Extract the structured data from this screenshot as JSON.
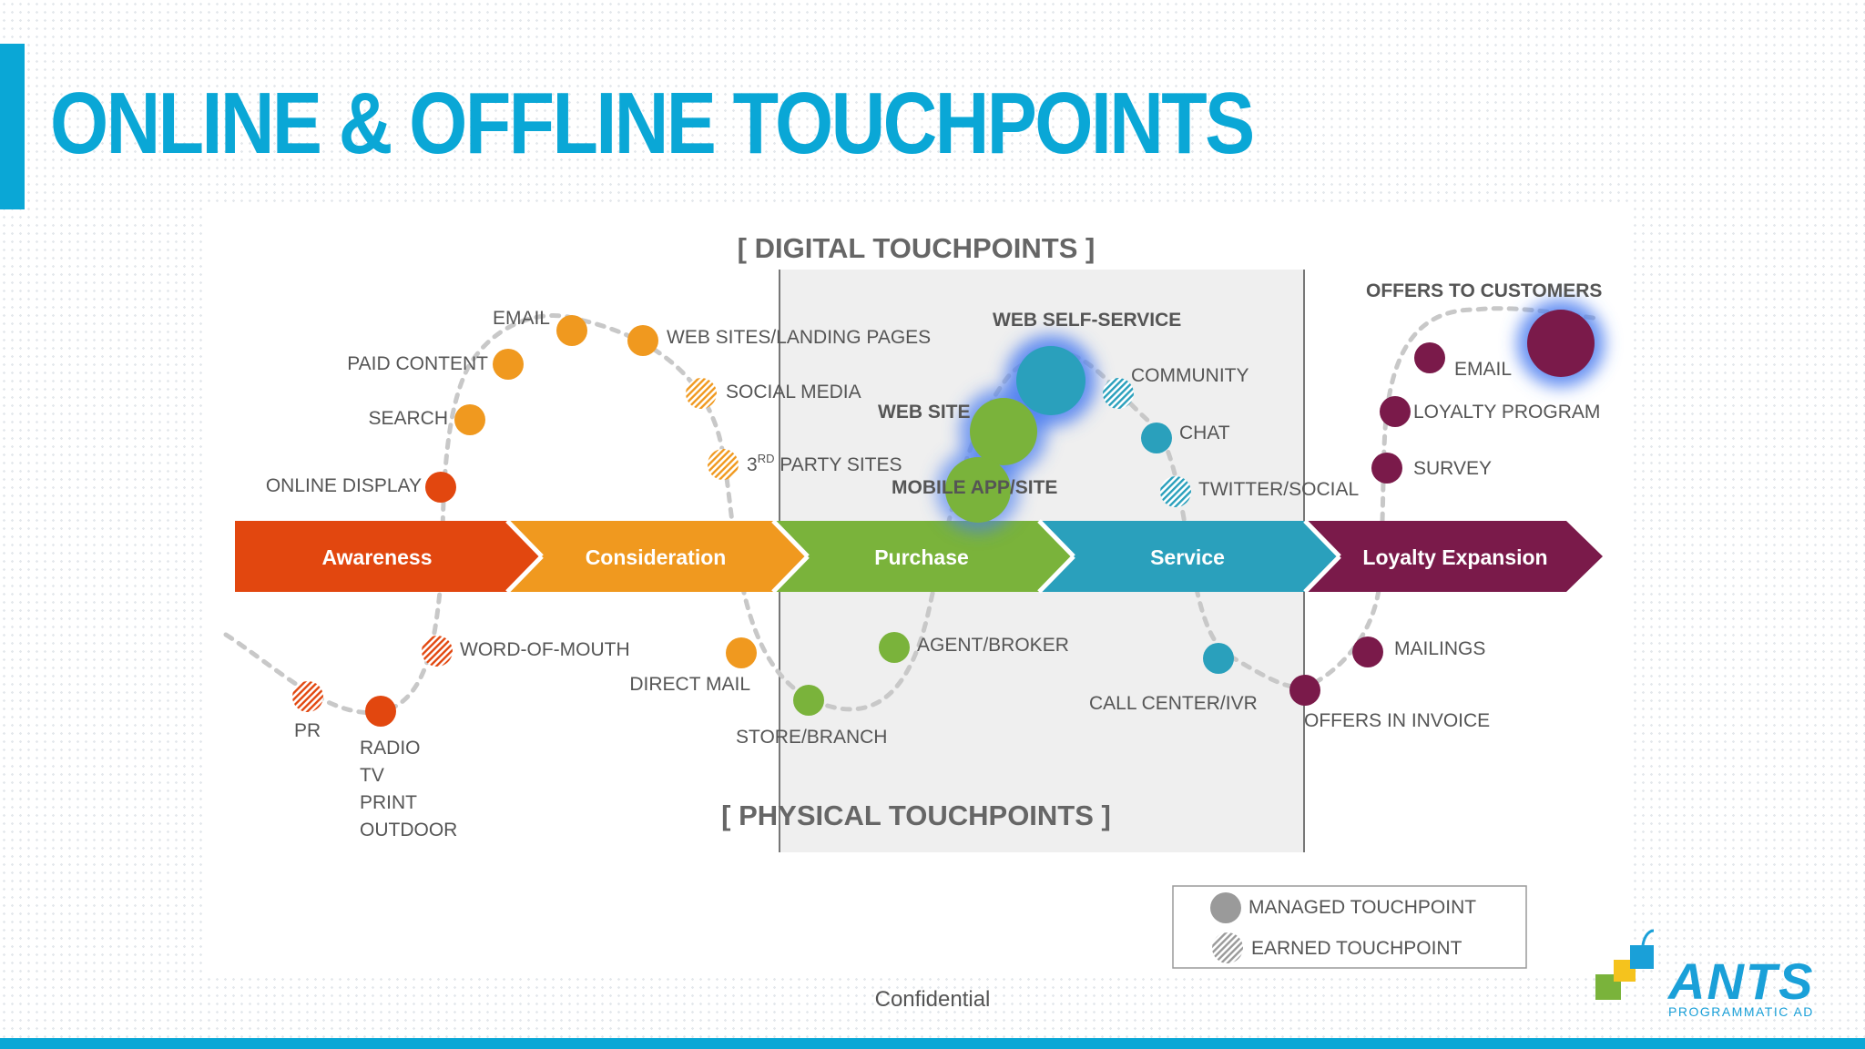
{
  "slide": {
    "title": "ONLINE & OFFLINE TOUCHPOINTS",
    "footer": "Confidential"
  },
  "diagram": {
    "digital_header": "[ DIGITAL TOUCHPOINTS ]",
    "physical_header": "[ PHYSICAL TOUCHPOINTS ]",
    "stages": [
      {
        "label": "Awareness",
        "color": "#e2470f"
      },
      {
        "label": "Consideration",
        "color": "#f0991f"
      },
      {
        "label": "Purchase",
        "color": "#7ab33b"
      },
      {
        "label": "Service",
        "color": "#2aa0bc"
      },
      {
        "label": "Loyalty Expansion",
        "color": "#7a1a4a"
      }
    ],
    "touchpoints": {
      "email_consideration": "EMAIL",
      "paid_content": "PAID CONTENT",
      "search": "SEARCH",
      "online_display": "ONLINE DISPLAY",
      "web_sites": "WEB SITES/LANDING PAGES",
      "social_media": "SOCIAL MEDIA",
      "third_party_prefix": "3",
      "third_party_sup": "RD",
      "third_party_suffix": " PARTY SITES",
      "web_self_service": "WEB SELF-SERVICE",
      "web_site": "WEB SITE",
      "mobile_app": "MOBILE APP/SITE",
      "community": "COMMUNITY",
      "chat": "CHAT",
      "twitter_social": "TWITTER/SOCIAL",
      "offers_to_customers": "OFFERS TO CUSTOMERS",
      "email_loyalty": "EMAIL",
      "loyalty_program": "LOYALTY PROGRAM",
      "survey": "SURVEY",
      "word_of_mouth": "WORD-OF-MOUTH",
      "pr": "PR",
      "radio": "RADIO",
      "tv": "TV",
      "print": "PRINT",
      "outdoor": "OUTDOOR",
      "direct_mail": "DIRECT MAIL",
      "store_branch": "STORE/BRANCH",
      "agent_broker": "AGENT/BROKER",
      "call_center": "CALL CENTER/IVR",
      "offers_in_invoice": "OFFERS IN INVOICE",
      "mailings": "MAILINGS"
    },
    "legend": {
      "managed": "MANAGED TOUCHPOINT",
      "earned": "EARNED TOUCHPOINT"
    }
  },
  "logo": {
    "name": "ANTS",
    "tagline": "PROGRAMMATIC AD"
  }
}
